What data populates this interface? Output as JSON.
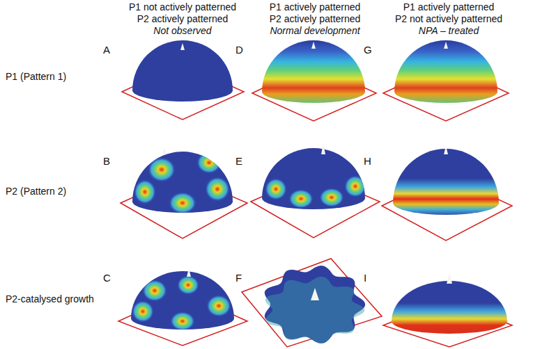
{
  "diagram": {
    "labels": [
      "P1 not actively patterned",
      "P2 actively patterned",
      "Not observed",
      "P1 actively patterned",
      "P2 actively patterned",
      "Normal development",
      "P1 actively patterned",
      "P2 not actively patterned",
      "NPA – treated",
      "P1 (Pattern 1)",
      "A",
      "D",
      "G",
      "P2 (Pattern 2)",
      "B",
      "E",
      "H",
      "P2-catalysed growth",
      "C",
      "F",
      "I"
    ]
  }
}
